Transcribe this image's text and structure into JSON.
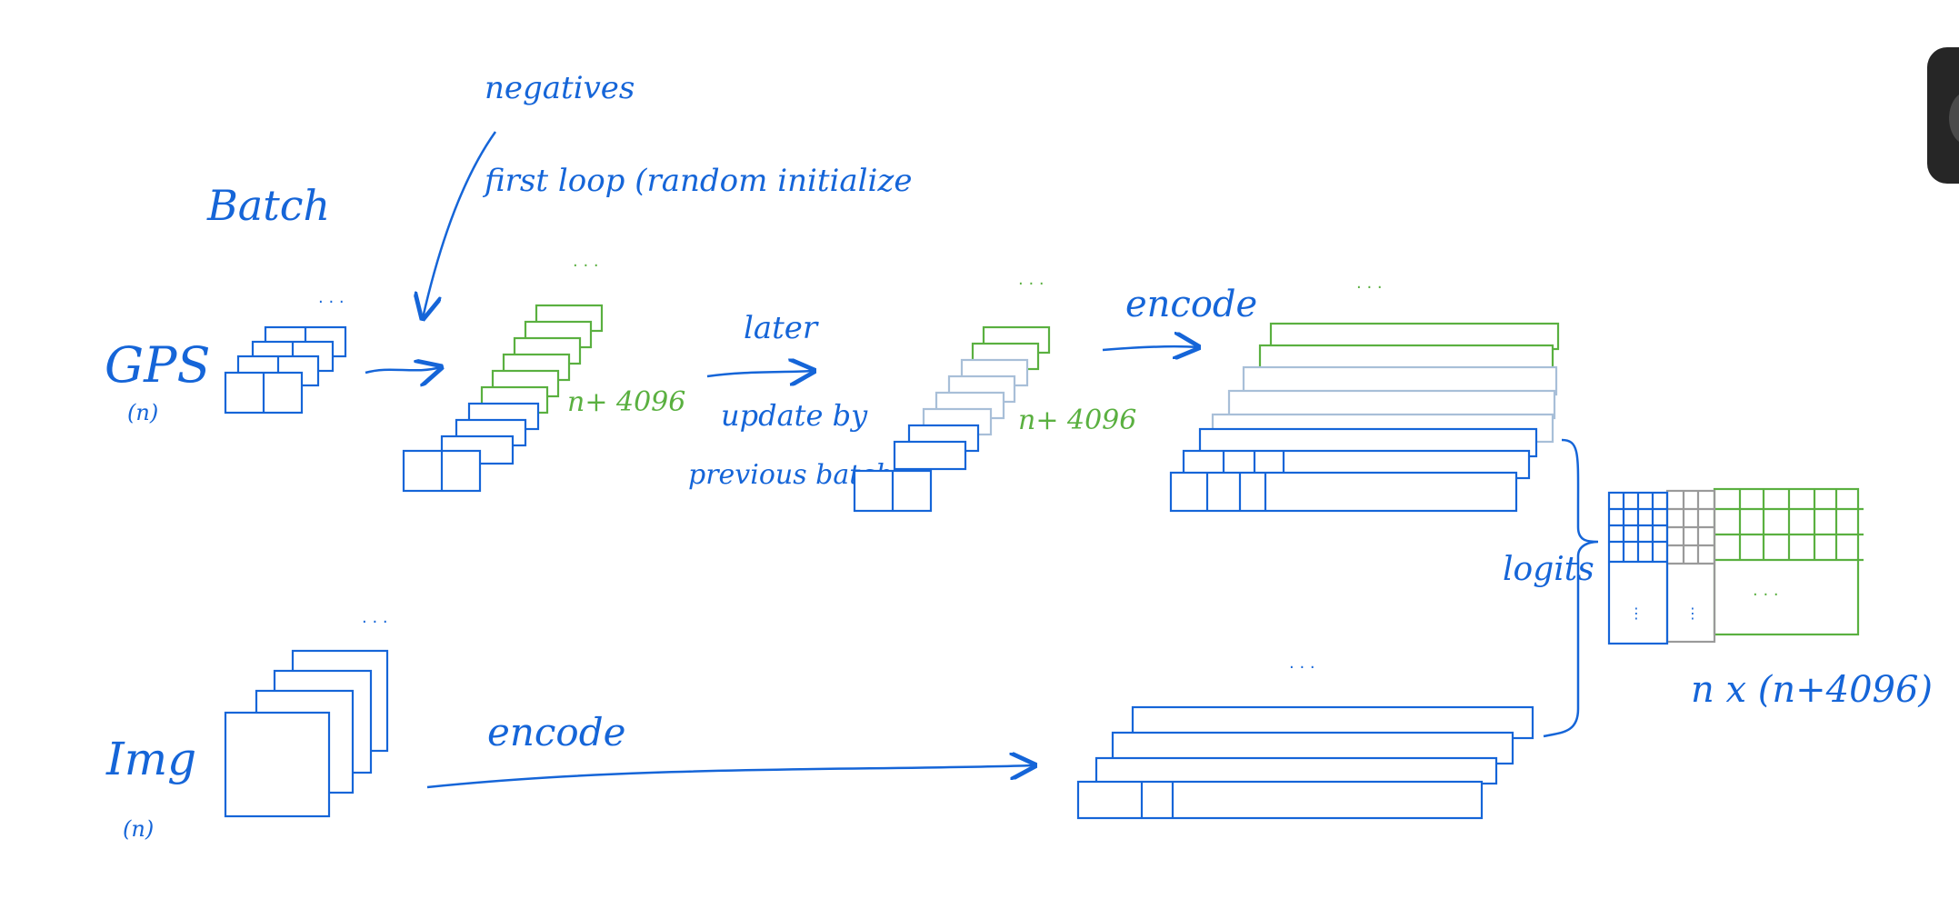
{
  "colors": {
    "blue": "#1565d8",
    "green": "#5ab040",
    "light_blue": "#a8bfd8",
    "gray": "#9a9a9a",
    "tab_dark": "#262626"
  },
  "labels": {
    "batch": "Batch",
    "gps": "GPS",
    "gps_n": "(n)",
    "img": "Img",
    "img_n": "(n)",
    "negatives": "negatives",
    "first_loop": "first loop (random initialize",
    "later": "later",
    "update_by": "update by",
    "previous_batch": "previous batch",
    "queue_size_1": "n+ 4096",
    "queue_size_2": "n+ 4096",
    "encode_gps": "encode",
    "encode_img": "encode",
    "logits": "logits",
    "result_dims": "n x (n+4096)"
  },
  "icons": {
    "side_tab": "side-panel-tab"
  }
}
